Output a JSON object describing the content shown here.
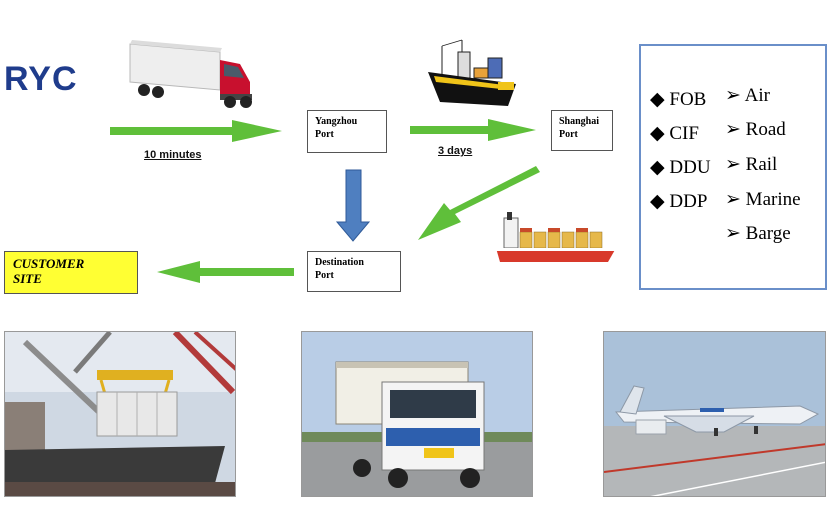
{
  "logo": "RYC",
  "nodes": {
    "yangzhou": [
      "Yangzhou",
      "Port"
    ],
    "shanghai": [
      "Shanghai",
      "Port"
    ],
    "destination": [
      "Destination",
      "Port"
    ],
    "customer": [
      "CUSTOMER",
      "SITE"
    ]
  },
  "edges": {
    "to_yangzhou": "10 minutes",
    "yangzhou_to_shanghai": "3 days"
  },
  "terms": [
    "FOB",
    "CIF",
    "DDU",
    "DDP"
  ],
  "modes": [
    "Air",
    "Road",
    "Rail",
    "Marine",
    "Barge"
  ],
  "glyphs": {
    "term_bullet": "◆",
    "mode_bullet": "➢"
  },
  "colors": {
    "arrow_green": "#5fbf3a",
    "arrow_blue": "#4f7fc0",
    "logo_blue": "#1f3c8c",
    "customer_yellow": "#ffff33",
    "options_border": "#6a8fc9"
  },
  "icons": [
    "truck-icon",
    "cargo-ship-icon",
    "container-ship-icon"
  ],
  "photos": [
    "crane-loading-photo",
    "container-truck-photo",
    "cargo-plane-photo"
  ]
}
